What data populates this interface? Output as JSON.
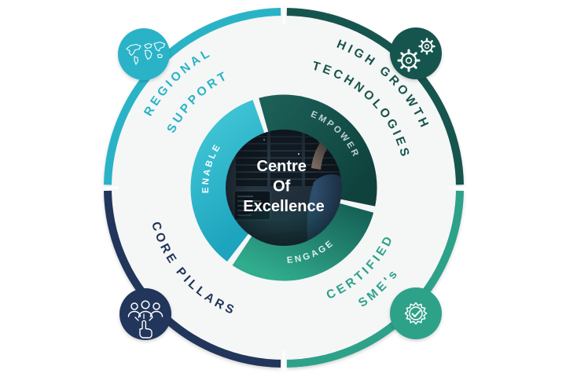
{
  "colors": {
    "page_bg": "#ffffff",
    "disc": "#f5f6f6",
    "cyan": "#29b3c7",
    "teal_dark": "#17544d",
    "navy": "#20345a",
    "green": "#2da189",
    "center_text": "#ffffff",
    "enable_grad_start": "#41c6d6",
    "enable_grad_end": "#1da4be",
    "empower_grad_start": "#1c5f57",
    "empower_grad_end": "#0f423d",
    "engage_grad_start": "#31ac8d",
    "engage_grad_end": "#156156",
    "empower_label": "#bdd3cf",
    "engage_label": "#dcefe9",
    "enable_label": "#f4fcfd"
  },
  "center": {
    "lines": [
      "Centre",
      "Of",
      "Excellence"
    ]
  },
  "inner_ring": {
    "segments": [
      {
        "label": "EMPOWER"
      },
      {
        "label": "ENGAGE"
      },
      {
        "label": "ENABLE"
      }
    ]
  },
  "quadrants": [
    {
      "id": "regional-support",
      "line1": "REGIONAL",
      "line2": "SUPPORT",
      "icon": "world-map-icon"
    },
    {
      "id": "high-growth-technologies",
      "line1": "HIGH GROWTH",
      "line2": "TECHNOLOGIES",
      "icon": "gears-icon"
    },
    {
      "id": "core-pillars",
      "line1": "CORE PILLARS",
      "icon": "team-click-icon"
    },
    {
      "id": "certified-smes",
      "line1": "CERTIFIED",
      "line2": "SME's",
      "icon": "certified-badge-icon"
    }
  ]
}
